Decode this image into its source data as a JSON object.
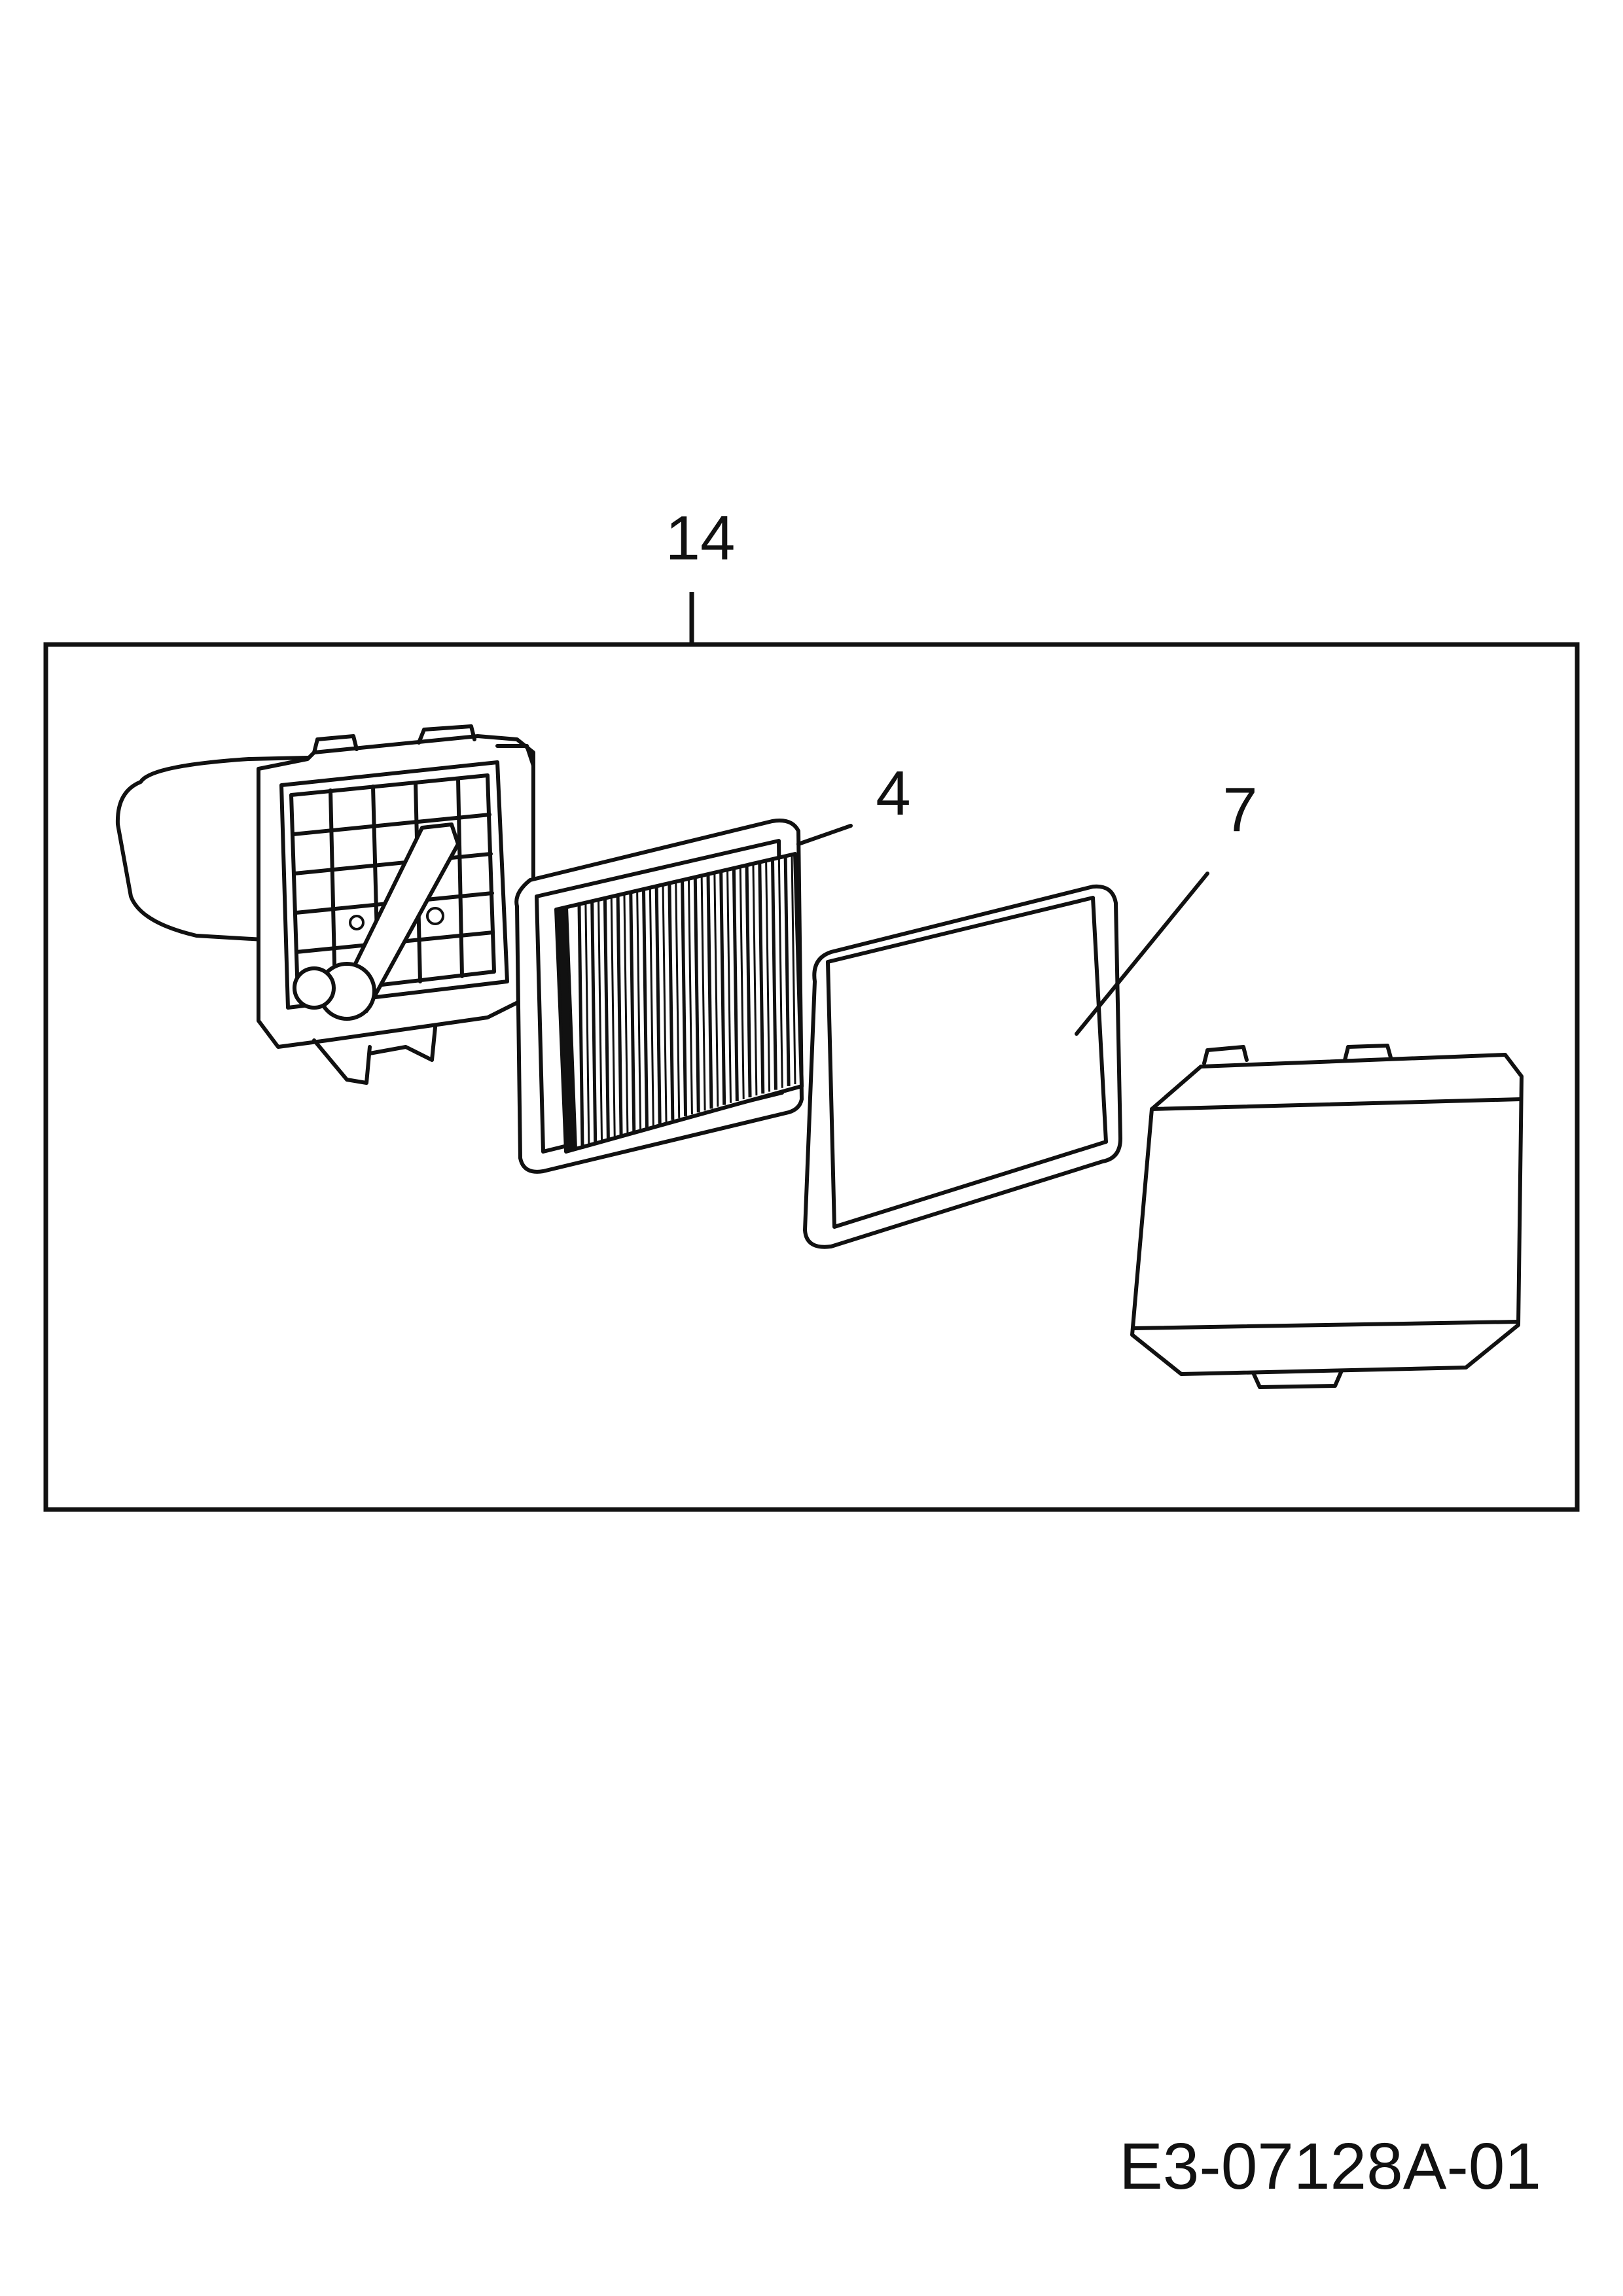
{
  "diagram": {
    "callouts": {
      "kit": "14",
      "filter": "4",
      "pre_filter": "7"
    },
    "drawing_code": "E3-07128A-01"
  }
}
